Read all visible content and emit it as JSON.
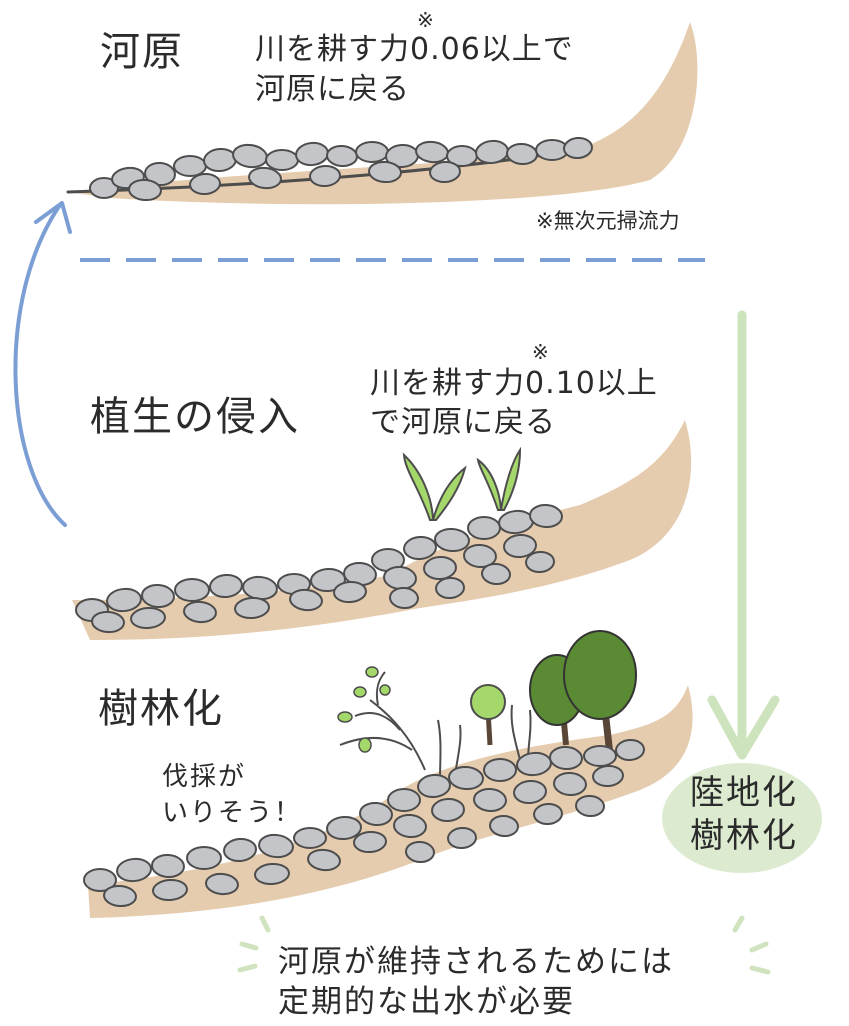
{
  "stages": {
    "gravel_bar": {
      "title": "河原",
      "note_mark": "※",
      "note_line1": "川を耕す力0.06以上で",
      "note_line2": "河原に戻る"
    },
    "vegetation": {
      "title": "植生の侵入",
      "note_mark": "※",
      "note_line1": "川を耕す力0.10以上",
      "note_line2": "で河原に戻る"
    },
    "forestation": {
      "title": "樹林化",
      "note_line1": "伐採が",
      "note_line2": "いりそう！"
    }
  },
  "footnote": "※無次元掃流力",
  "result": {
    "line1": "陸地化",
    "line2": "樹林化"
  },
  "message": {
    "line1": "河原が維持されるためには",
    "line2": "定期的な出水が必要"
  },
  "colors": {
    "soil": "#e6ccae",
    "stone_fill": "#c3c5c9",
    "stone_outline": "#4d4d4d",
    "return_arrow": "#7b9fd4",
    "progress_arrow": "#cde3bd",
    "result_bubble": "#dcebd0",
    "leaf_dark": "#5a8a34",
    "leaf_light": "#a5d86a",
    "trunk": "#5a4637",
    "sparkle": "#cfe3bf"
  }
}
